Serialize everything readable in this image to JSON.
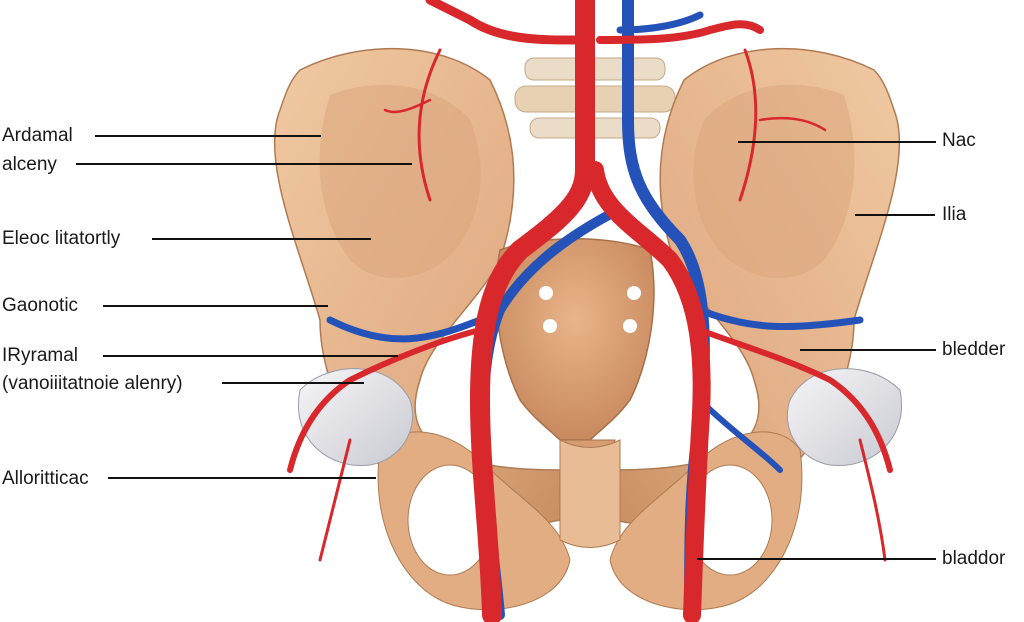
{
  "colors": {
    "bone": "#e8b98e",
    "bone_shade": "#c98f63",
    "artery": "#d8282c",
    "vein": "#2452b8",
    "cartilage": "#e4e4ea",
    "leader": "#111111",
    "background": "#ffffff"
  },
  "labels": {
    "left": [
      "Ardamal",
      "alceny",
      "Eleoc lіtаtоrtly",
      "Gaonotic",
      "IRyramal",
      "(vanoiiitatnoie alenry)",
      "Alloritticac"
    ],
    "right": [
      "Nac",
      "Ilia",
      "bledder",
      "bladdor"
    ]
  }
}
